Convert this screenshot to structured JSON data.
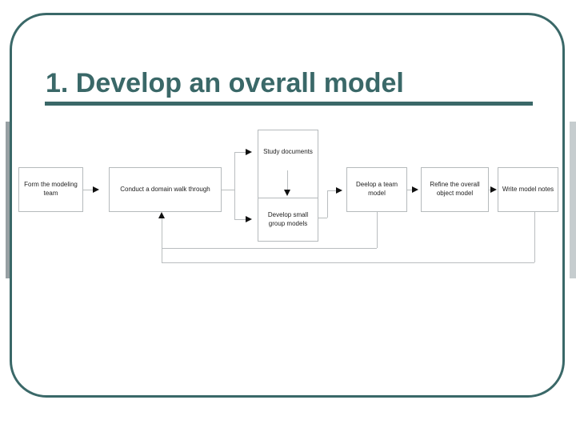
{
  "slide": {
    "title": "1. Develop an overall model",
    "accent_color": "#3a6868",
    "background_color": "#ffffff"
  },
  "flowchart": {
    "box_border_color": "#b5babc",
    "connector_color": "#b9bdbf",
    "arrow_color": "#111111",
    "nodes": [
      {
        "id": "form-team",
        "label": "Form the modeling\nteam"
      },
      {
        "id": "conduct-walkthrough",
        "label": "Conduct a domain walk through"
      },
      {
        "id": "study-documents",
        "label": "Study documents"
      },
      {
        "id": "develop-small-group",
        "label": "Develop small\ngroup models"
      },
      {
        "id": "develop-team-model",
        "label": "Deelop a team\nmodel"
      },
      {
        "id": "refine-overall",
        "label": "Refine the overall\nobject model"
      },
      {
        "id": "write-model-notes",
        "label": "Write model notes"
      }
    ],
    "edges": [
      "Form the modeling team -> Conduct a domain walk through",
      "Conduct a domain walk through -> Study documents",
      "Conduct a domain walk through -> Develop small group models",
      "Study documents -> Develop small group models",
      "Develop small group models -> Develop a team model",
      "Develop a team model -> Refine the overall object model",
      "Refine the overall object model -> Write model notes",
      "Develop a team model -> Conduct a domain walk through (feedback)",
      "Write model notes -> Conduct a domain walk through (feedback)"
    ]
  }
}
